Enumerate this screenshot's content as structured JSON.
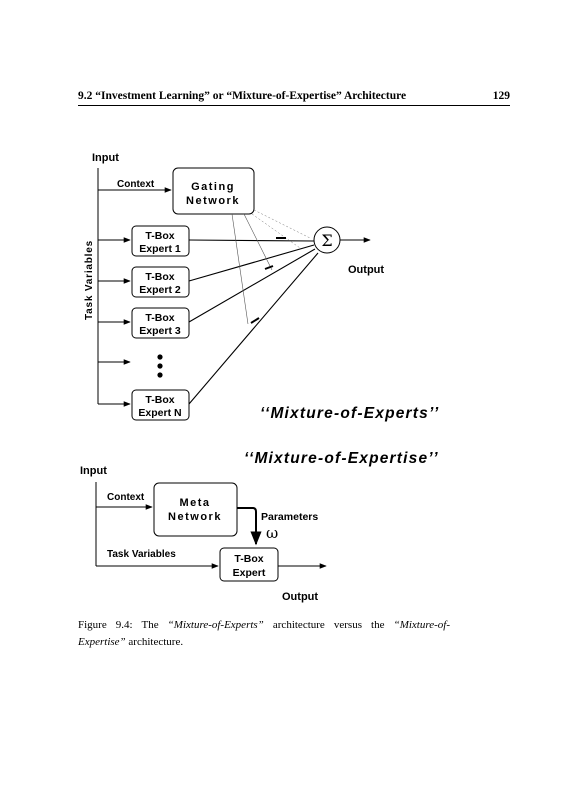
{
  "header": {
    "section_title": "9.2 “Investment Learning” or “Mixture-of-Expertise” Architecture",
    "page_number": "129"
  },
  "top_diagram": {
    "input_label": "Input",
    "context_label": "Context",
    "gating_line1": "Gating",
    "gating_line2": "Network",
    "task_variables_label": "Task Variables",
    "expert1_line1": "T-Box",
    "expert1_line2": "Expert 1",
    "expert2_line1": "T-Box",
    "expert2_line2": "Expert 2",
    "expert3_line1": "T-Box",
    "expert3_line2": "Expert 3",
    "expertN_line1": "T-Box",
    "expertN_line2": "Expert N",
    "sum_symbol": "Σ",
    "output_label": "Output",
    "title": "‘‘Mixture-of-Experts’’"
  },
  "bottom_diagram": {
    "title": "‘‘Mixture-of-Expertise’’",
    "input_label": "Input",
    "context_label": "Context",
    "meta_line1": "Meta",
    "meta_line2": "Network",
    "parameters_label": "Parameters",
    "omega_symbol": "ω",
    "task_variables_label": "Task Variables",
    "expert_line1": "T-Box",
    "expert_line2": "Expert",
    "output_label": "Output"
  },
  "caption": {
    "prefix": "Figure 9.4:  The ",
    "term1": "“Mixture-of-Experts”",
    "middle": " architecture versus the ",
    "term2": "“Mixture-of-Expertise”",
    "suffix": " architecture."
  }
}
